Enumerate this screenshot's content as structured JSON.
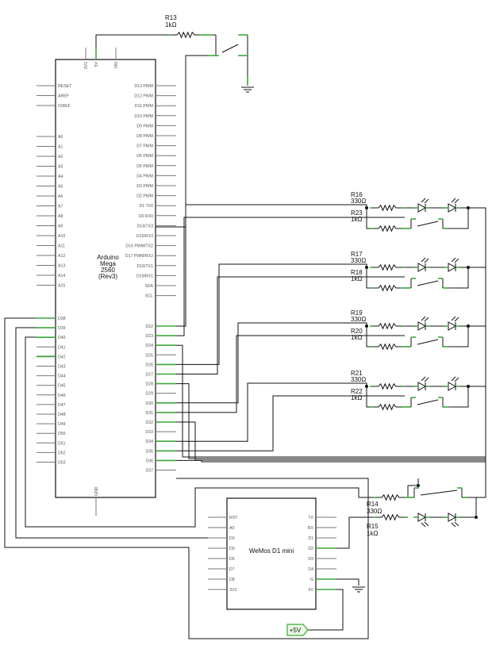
{
  "mega": {
    "name_lines": [
      "Arduino",
      "Mega",
      "2560",
      "(Rev3)"
    ],
    "top_pins": [
      "3V3",
      "5V",
      "VIN"
    ],
    "left_pins": [
      "RESET",
      "AREF",
      "IOREF",
      "A0",
      "A1",
      "A2",
      "A3",
      "A4",
      "A5",
      "A6",
      "A7",
      "A8",
      "A9",
      "A10",
      "A11",
      "A12",
      "A13",
      "A14",
      "A15",
      "D38",
      "D39",
      "D40",
      "D41",
      "D42",
      "D43",
      "D44",
      "D45",
      "D46",
      "D47",
      "D48",
      "D49",
      "D50",
      "D51",
      "D52",
      "D53"
    ],
    "right_pins": [
      "D13 PWM",
      "D12 PWM",
      "D11 PWM",
      "D10 PWM",
      "D9 PWM",
      "D8 PWM",
      "D7 PWM",
      "D6 PWM",
      "D5 PWM",
      "D4 PWM",
      "D3 PWM",
      "D2 PWM",
      "D1 TX0",
      "D0 RX0",
      "D14/TX3",
      "D15/RX3",
      "D16 PWM/TX2",
      "D17 PWM/RX2",
      "D18/TX1",
      "D19/RX1",
      "SDA",
      "SCL",
      "D22",
      "D23",
      "D24",
      "D25",
      "D26",
      "D27",
      "D28",
      "D29",
      "D30",
      "D31",
      "D32",
      "D33",
      "D34",
      "D35",
      "D36",
      "D37"
    ],
    "bottom_pin": "GND"
  },
  "wemos": {
    "name": "WeMos D1 mini",
    "left_pins": [
      "RST",
      "A0",
      "D0",
      "D5",
      "D6",
      "D7",
      "D8",
      "3V3"
    ],
    "right_pins": [
      "TX",
      "RX",
      "D1",
      "D2",
      "D3",
      "D4",
      "G",
      "5V"
    ]
  },
  "r13": {
    "ref": "R13",
    "value": "1kΩ"
  },
  "groups": [
    {
      "r_led": "R16",
      "r_led_value": "330Ω",
      "r_sw": "R23",
      "r_sw_value": "1kΩ"
    },
    {
      "r_led": "R17",
      "r_led_value": "330Ω",
      "r_sw": "R18",
      "r_sw_value": "1kΩ"
    },
    {
      "r_led": "R19",
      "r_led_value": "330Ω",
      "r_sw": "R20",
      "r_sw_value": "1kΩ"
    },
    {
      "r_led": "R21",
      "r_led_value": "330Ω",
      "r_sw": "R22",
      "r_sw_value": "1kΩ"
    }
  ],
  "bottom_group": {
    "r_led": "R14",
    "r_led_value": "330Ω",
    "r_sw": "R15",
    "r_sw_value": "1kΩ"
  },
  "power_label": "+5V"
}
